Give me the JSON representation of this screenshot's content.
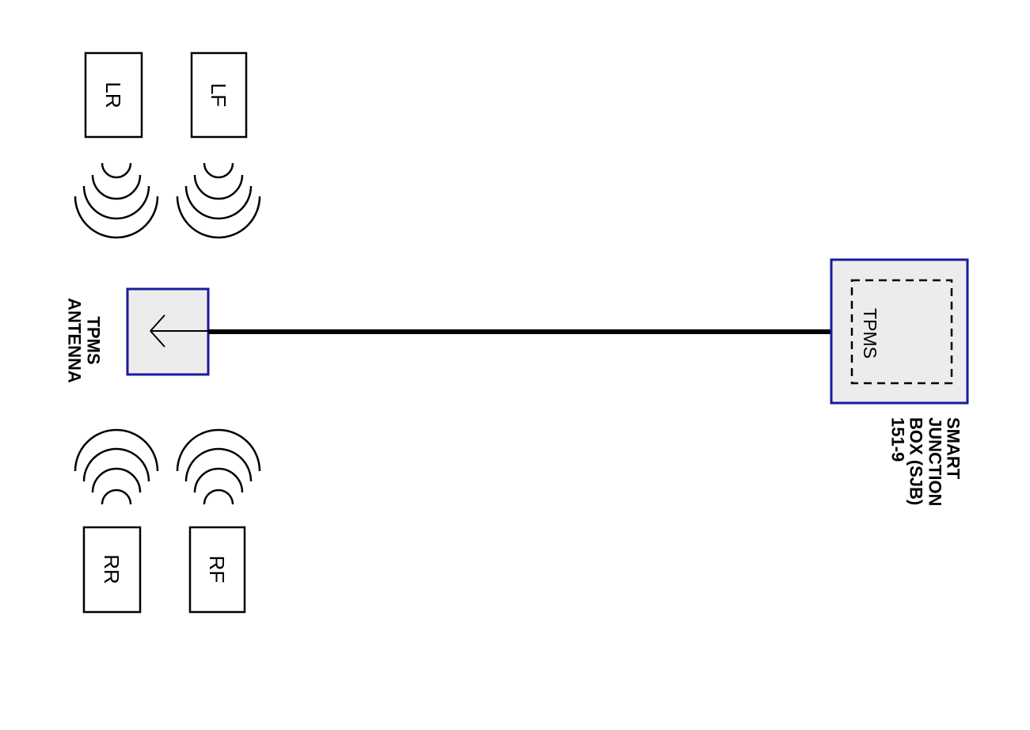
{
  "sensors": {
    "lr": "LR",
    "lf": "LF",
    "rr": "RR",
    "rf": "RF"
  },
  "antenna": {
    "label_line1": "TPMS",
    "label_line2": "ANTENNA"
  },
  "sjb": {
    "inner_label": "TPMS",
    "label_line1": "SMART",
    "label_line2": "JUNCTION",
    "label_line3": "BOX (SJB)",
    "label_line4": "151-9"
  },
  "colors": {
    "module_border": "#1a1a9e",
    "module_fill": "#ececec",
    "wire": "#000000"
  }
}
